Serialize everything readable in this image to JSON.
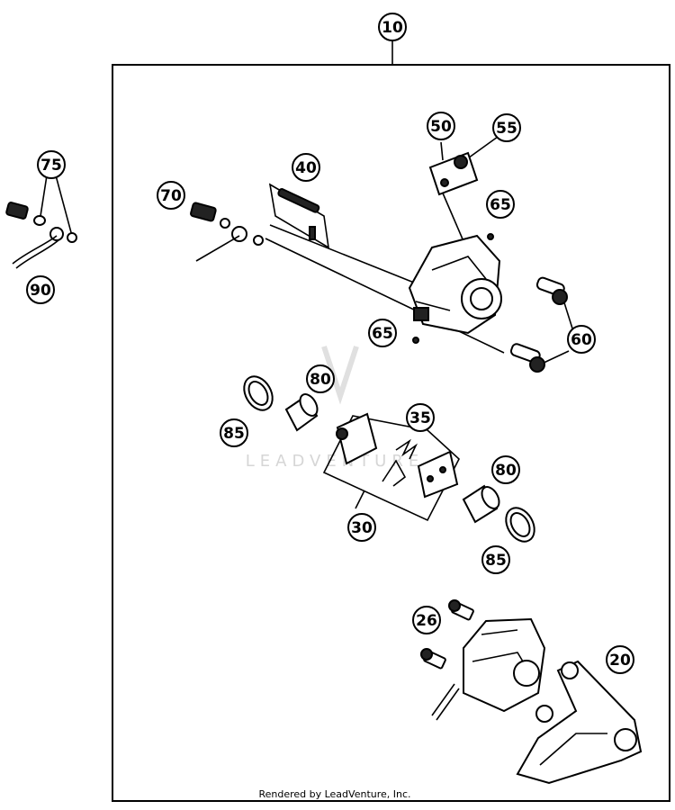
{
  "callouts": [
    {
      "id": "10",
      "label": "10"
    },
    {
      "id": "75",
      "label": "75"
    },
    {
      "id": "90",
      "label": "90"
    },
    {
      "id": "70",
      "label": "70"
    },
    {
      "id": "40",
      "label": "40"
    },
    {
      "id": "50",
      "label": "50"
    },
    {
      "id": "55",
      "label": "55"
    },
    {
      "id": "65a",
      "label": "65"
    },
    {
      "id": "65b",
      "label": "65"
    },
    {
      "id": "60a",
      "label": "60"
    },
    {
      "id": "80a",
      "label": "80"
    },
    {
      "id": "85a",
      "label": "85"
    },
    {
      "id": "35",
      "label": "35"
    },
    {
      "id": "80b",
      "label": "80"
    },
    {
      "id": "30",
      "label": "30"
    },
    {
      "id": "85b",
      "label": "85"
    },
    {
      "id": "26",
      "label": "26"
    },
    {
      "id": "20",
      "label": "20"
    }
  ],
  "watermark": {
    "text": "LEADVENTURE"
  },
  "footer": {
    "text": "Rendered by LeadVenture, Inc."
  }
}
